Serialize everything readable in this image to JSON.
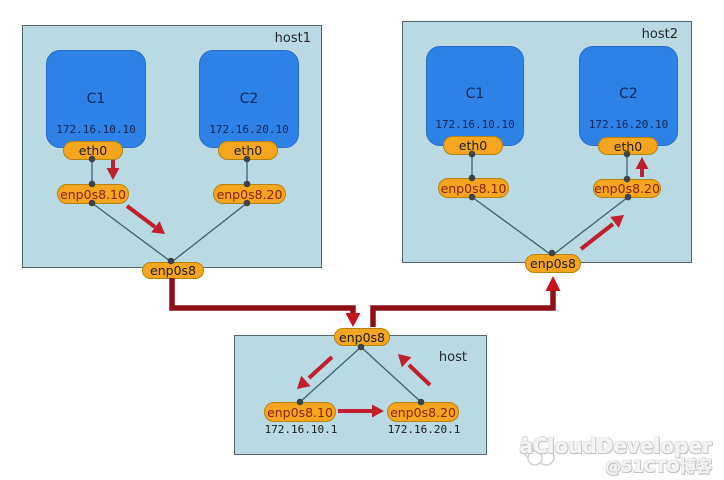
{
  "colors": {
    "panel_fill": "#b9dae2",
    "panel_border": "#55666e",
    "container_fill": "#2e81e6",
    "pill_fill": "#f6a51f",
    "pill_border": "#b5830e",
    "vlan_label_red": "#8b2015",
    "flow_arrow_red": "#bf1f2e",
    "route_line_dark_red": "#8e1016"
  },
  "host1": {
    "title": "host1",
    "containers": [
      {
        "label": "C1",
        "ip": "172.16.10.10",
        "nic": "eth0"
      },
      {
        "label": "C2",
        "ip": "172.16.20.10",
        "nic": "eth0"
      }
    ],
    "vlans": [
      {
        "label": "enp0s8.10"
      },
      {
        "label": "enp0s8.20"
      }
    ],
    "trunk": "enp0s8"
  },
  "host2": {
    "title": "host2",
    "containers": [
      {
        "label": "C1",
        "ip": "172.16.10.10",
        "nic": "eth0"
      },
      {
        "label": "C2",
        "ip": "172.16.20.10",
        "nic": "eth0"
      }
    ],
    "vlans": [
      {
        "label": "enp0s8.10"
      },
      {
        "label": "enp0s8.20"
      }
    ],
    "trunk": "enp0s8"
  },
  "router": {
    "title": "host",
    "trunk": "enp0s8",
    "vlans": [
      {
        "label": "enp0s8.10",
        "ip": "172.16.10.1"
      },
      {
        "label": "enp0s8.20",
        "ip": "172.16.20.1"
      }
    ]
  },
  "watermark": {
    "icon": "cloud-icon",
    "brand": "aCloudDeveloper",
    "source": "@51CTO博客"
  }
}
